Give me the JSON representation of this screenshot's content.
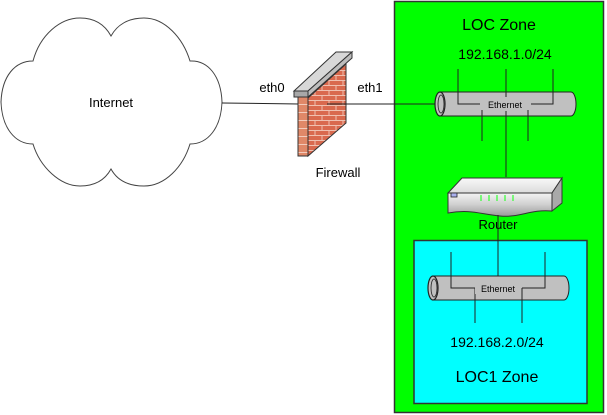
{
  "diagram": {
    "internet": {
      "label": "Internet"
    },
    "firewall": {
      "label": "Firewall",
      "iface_left": "eth0",
      "iface_right": "eth1"
    },
    "loc_zone": {
      "label": "LOC Zone",
      "subnet": "192.168.1.0/24",
      "color": "#00ff00",
      "bus_label": "Ethernet"
    },
    "router": {
      "label": "Router"
    },
    "loc1_zone": {
      "label": "LOC1 Zone",
      "subnet": "192.168.2.0/24",
      "color": "#00ffff",
      "bus_label": "Ethernet"
    }
  },
  "colors": {
    "brick": "#d9694e",
    "mortar": "#f0c0b0",
    "bus_fill": "#c0c0c0",
    "led": "#33ff33"
  }
}
